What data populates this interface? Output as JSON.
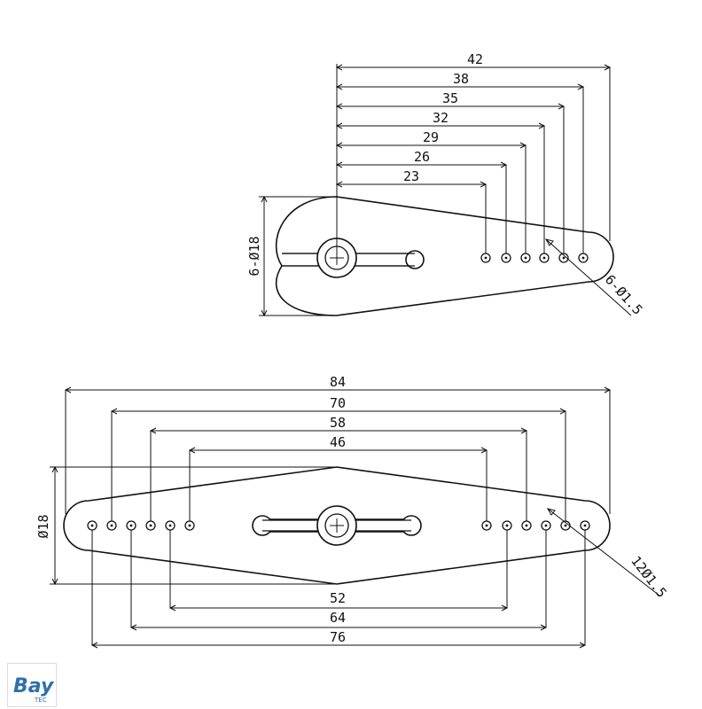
{
  "diagram": {
    "single_arm": {
      "span_dims": [
        "42",
        "38",
        "35",
        "32",
        "29",
        "26",
        "23"
      ],
      "hub_dim": "6-Ø18",
      "hole_dim": "6-Ø1.5"
    },
    "double_arm": {
      "top_dims": [
        "84",
        "70",
        "58",
        "46"
      ],
      "bottom_dims": [
        "52",
        "64",
        "76"
      ],
      "hub_dim": "Ø18",
      "hole_dim": "12Ø1.5"
    }
  },
  "watermark": {
    "text": "Bay",
    "subtext": "TEC",
    "color": "#2f6fae"
  }
}
